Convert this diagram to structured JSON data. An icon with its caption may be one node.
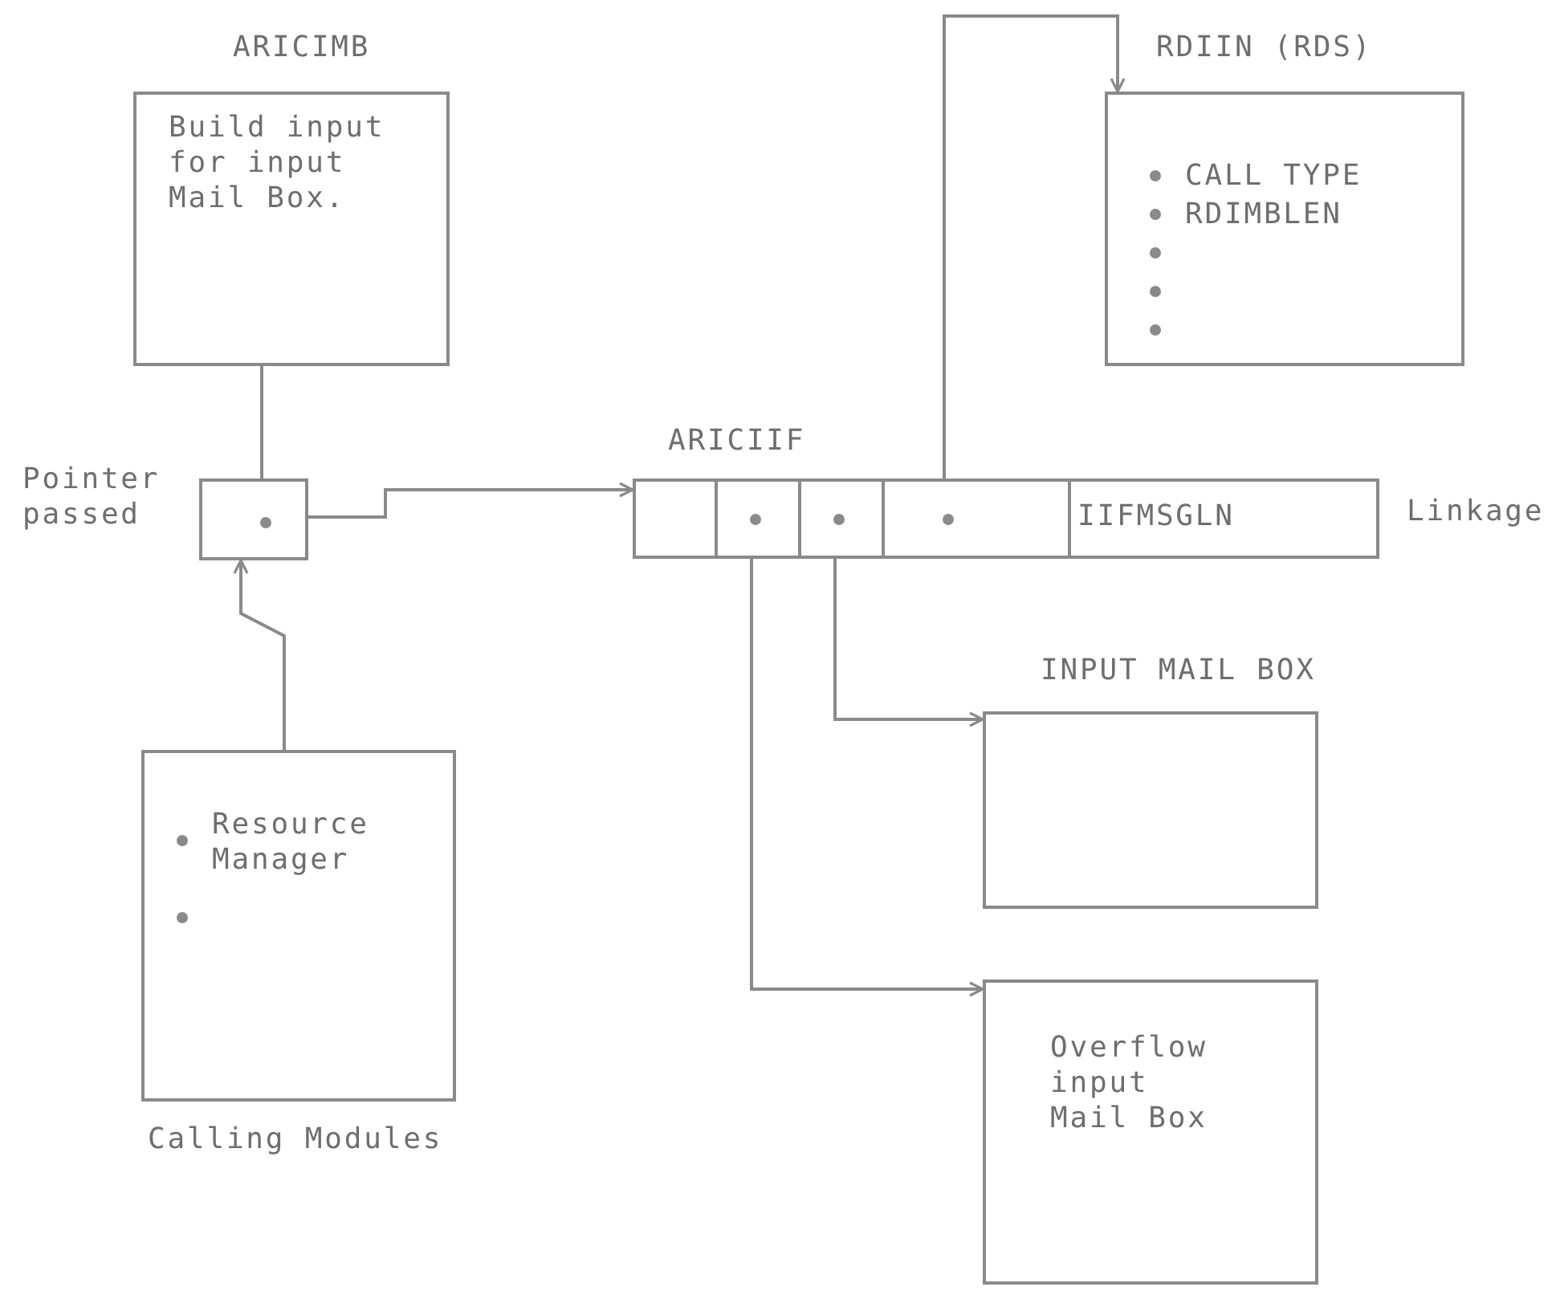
{
  "diagram": {
    "nodes": [
      {
        "text": [
          "ARICIMB",
          "Build input for input Mail Box."
        ]
      },
      {
        "text": [
          "RDIIN (RDS)",
          "CALL TYPE",
          "RDIMBLEN"
        ]
      },
      {
        "text": [],
        "shape": "box",
        "beside": [
          "Pointer passed"
        ]
      },
      {
        "text": [
          "ARICIIF"
        ],
        "beside": [
          "Linkage"
        ]
      },
      {
        "text": [],
        "shape": "box",
        "in": 3
      },
      {
        "text": [],
        "shape": "box",
        "in": 3
      },
      {
        "text": [],
        "shape": "box",
        "in": 3
      },
      {
        "text": [],
        "shape": "box",
        "in": 3
      },
      {
        "text": [
          "IIFMSGLN"
        ],
        "in": 3
      },
      {
        "text": [
          "INPUT MAIL BOX"
        ]
      },
      {
        "text": [
          "Resource Manager"
        ],
        "beside": [
          "Calling Modules"
        ]
      },
      {
        "text": [
          "Overflow input Mail Box"
        ]
      }
    ],
    "edges": [
      {
        "from": 0,
        "to": 2,
        "arrow": "none"
      },
      {
        "from": 10,
        "to": 2,
        "arrow": "to"
      },
      {
        "from": 2,
        "to": 3,
        "arrow": "to"
      },
      {
        "from": 7,
        "to": 1,
        "arrow": "to"
      },
      {
        "from": 6,
        "to": 9,
        "arrow": "to"
      },
      {
        "from": 5,
        "to": 11,
        "arrow": "to"
      }
    ]
  }
}
